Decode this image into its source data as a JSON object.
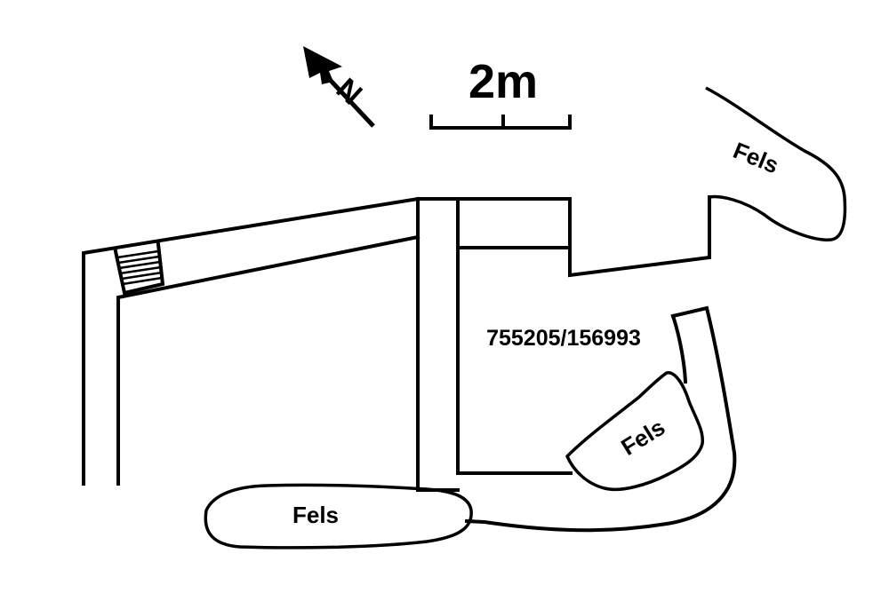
{
  "scale_bar": {
    "label": "2m"
  },
  "north_arrow": {
    "label": "N"
  },
  "labels": {
    "coordinates": "755205/156993",
    "rock_top_right": "Fels",
    "rock_middle_right": "Fels",
    "rock_bottom": "Fels"
  }
}
